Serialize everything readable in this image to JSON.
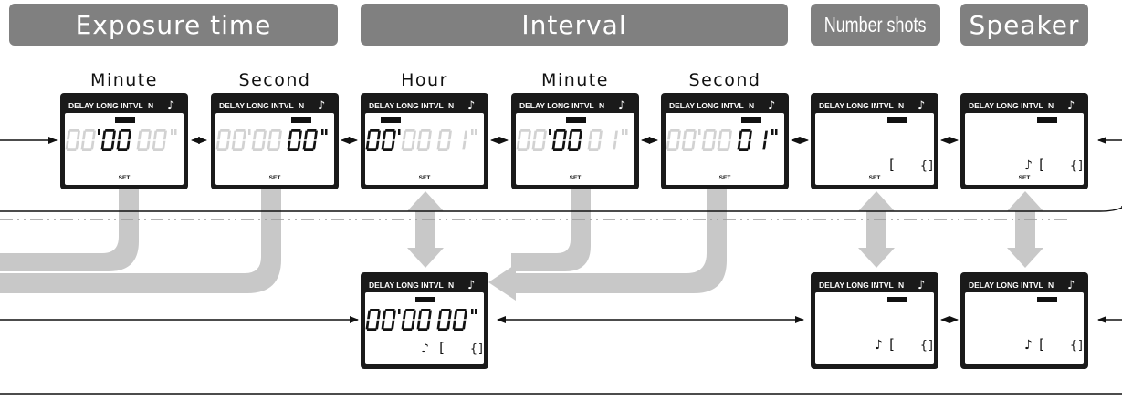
{
  "headers": {
    "exposure": "Exposure time",
    "interval": "Interval",
    "shots": "Number shots",
    "speaker": "Speaker"
  },
  "column_labels": {
    "exp_minute": "Minute",
    "exp_second": "Second",
    "int_hour": "Hour",
    "int_minute": "Minute",
    "int_second": "Second"
  },
  "lcd": {
    "mode_text": "DELAY LONG INTVL",
    "n_label": "N",
    "set_label": "SET",
    "note_symbol": "♪",
    "bracket_open": "[",
    "bracket_close": "{]"
  },
  "screens": [
    {
      "id": "exp-minute",
      "digits": [
        "00",
        "00",
        "00"
      ],
      "active": 1,
      "marks": true,
      "set": true
    },
    {
      "id": "exp-second",
      "digits": [
        "00",
        "00",
        "00"
      ],
      "active": 2,
      "marks": true,
      "set": true
    },
    {
      "id": "int-hour",
      "digits": [
        "00",
        "00",
        "01"
      ],
      "active": 0,
      "marks": true,
      "set": true
    },
    {
      "id": "int-minute",
      "digits": [
        "00",
        "00",
        "01"
      ],
      "active": 1,
      "marks": true,
      "set": true
    },
    {
      "id": "int-second",
      "digits": [
        "00",
        "00",
        "01"
      ],
      "active": 2,
      "marks": true,
      "set": true
    },
    {
      "id": "shots-set",
      "counter": true,
      "note": false,
      "set": true
    },
    {
      "id": "speaker-set",
      "counter": true,
      "note": true,
      "set": true
    },
    {
      "id": "main-display",
      "digits": [
        "00",
        "00",
        "00"
      ],
      "active": -1,
      "marks": true,
      "counter": true,
      "note": true,
      "set": false
    },
    {
      "id": "shots-run",
      "counter": true,
      "note": true,
      "set": false
    },
    {
      "id": "speaker-run",
      "counter": true,
      "note": true,
      "set": false
    }
  ]
}
